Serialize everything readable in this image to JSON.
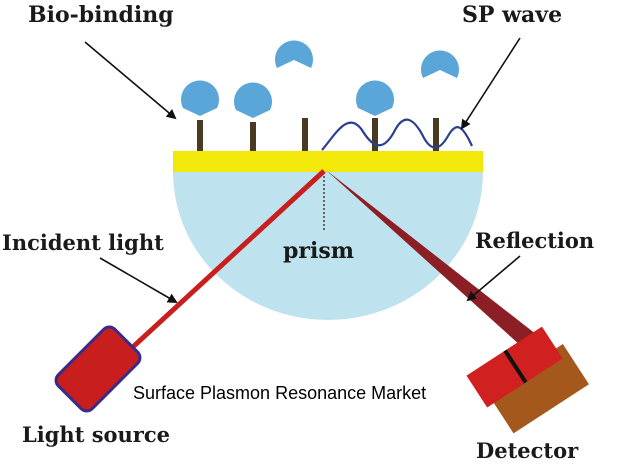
{
  "labels": {
    "bio_binding": "Bio-binding",
    "sp_wave": "SP wave",
    "incident_light": "Incident light",
    "reflection": "Reflection",
    "prism": "prism",
    "light_source": "Light source",
    "detector": "Detector"
  },
  "caption": "Surface Plasmon Resonance Market",
  "colors": {
    "prism": "#bfe3ee",
    "gold_film": "#f2e80a",
    "probe": "#4a3a22",
    "analyte": "#5aa6d8",
    "beam": "#c81e1e",
    "reflected_beam": "#8b1f25",
    "light_source_fill": "#c81e1e",
    "light_source_border": "#3a2a8a",
    "detector_front": "#d02020",
    "detector_back": "#a5581c",
    "wave": "#2a3f8f",
    "arrow": "#111111"
  }
}
